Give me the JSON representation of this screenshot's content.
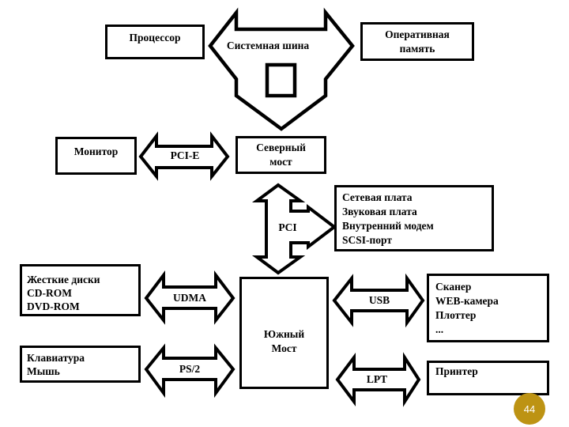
{
  "slide": {
    "background": "#ffffff",
    "page_number": "44",
    "badge_color": "#BD9313",
    "line_color": "#000000"
  },
  "nodes": {
    "processor": {
      "lines": [
        "Процессор"
      ]
    },
    "ram": {
      "lines": [
        "Оперативная",
        "память"
      ]
    },
    "monitor": {
      "lines": [
        "Монитор"
      ]
    },
    "north_bridge": {
      "lines": [
        "Северный",
        "мост"
      ]
    },
    "pci_devices": {
      "lines": [
        "Сетевая плата",
        "Звуковая плата",
        "Внутренний модем",
        "SCSI-порт"
      ]
    },
    "disks": {
      "lines": [
        "Жесткие диски",
        "CD-ROM",
        "DVD-ROM"
      ]
    },
    "south_bridge": {
      "lines": [
        "Южный",
        "Мост"
      ]
    },
    "usb_devices": {
      "lines": [
        "Сканер",
        "WEB-камера",
        "Плоттер",
        "..."
      ]
    },
    "keyboard_mouse": {
      "lines": [
        "Клавиатура",
        "Мышь"
      ]
    },
    "printer": {
      "lines": [
        "Принтер"
      ]
    }
  },
  "buses": {
    "system_bus": "Системная шина",
    "pcie": "PCI-E",
    "pci": "PCI",
    "udma": "UDMA",
    "usb": "USB",
    "ps2": "PS/2",
    "lpt": "LPT"
  }
}
